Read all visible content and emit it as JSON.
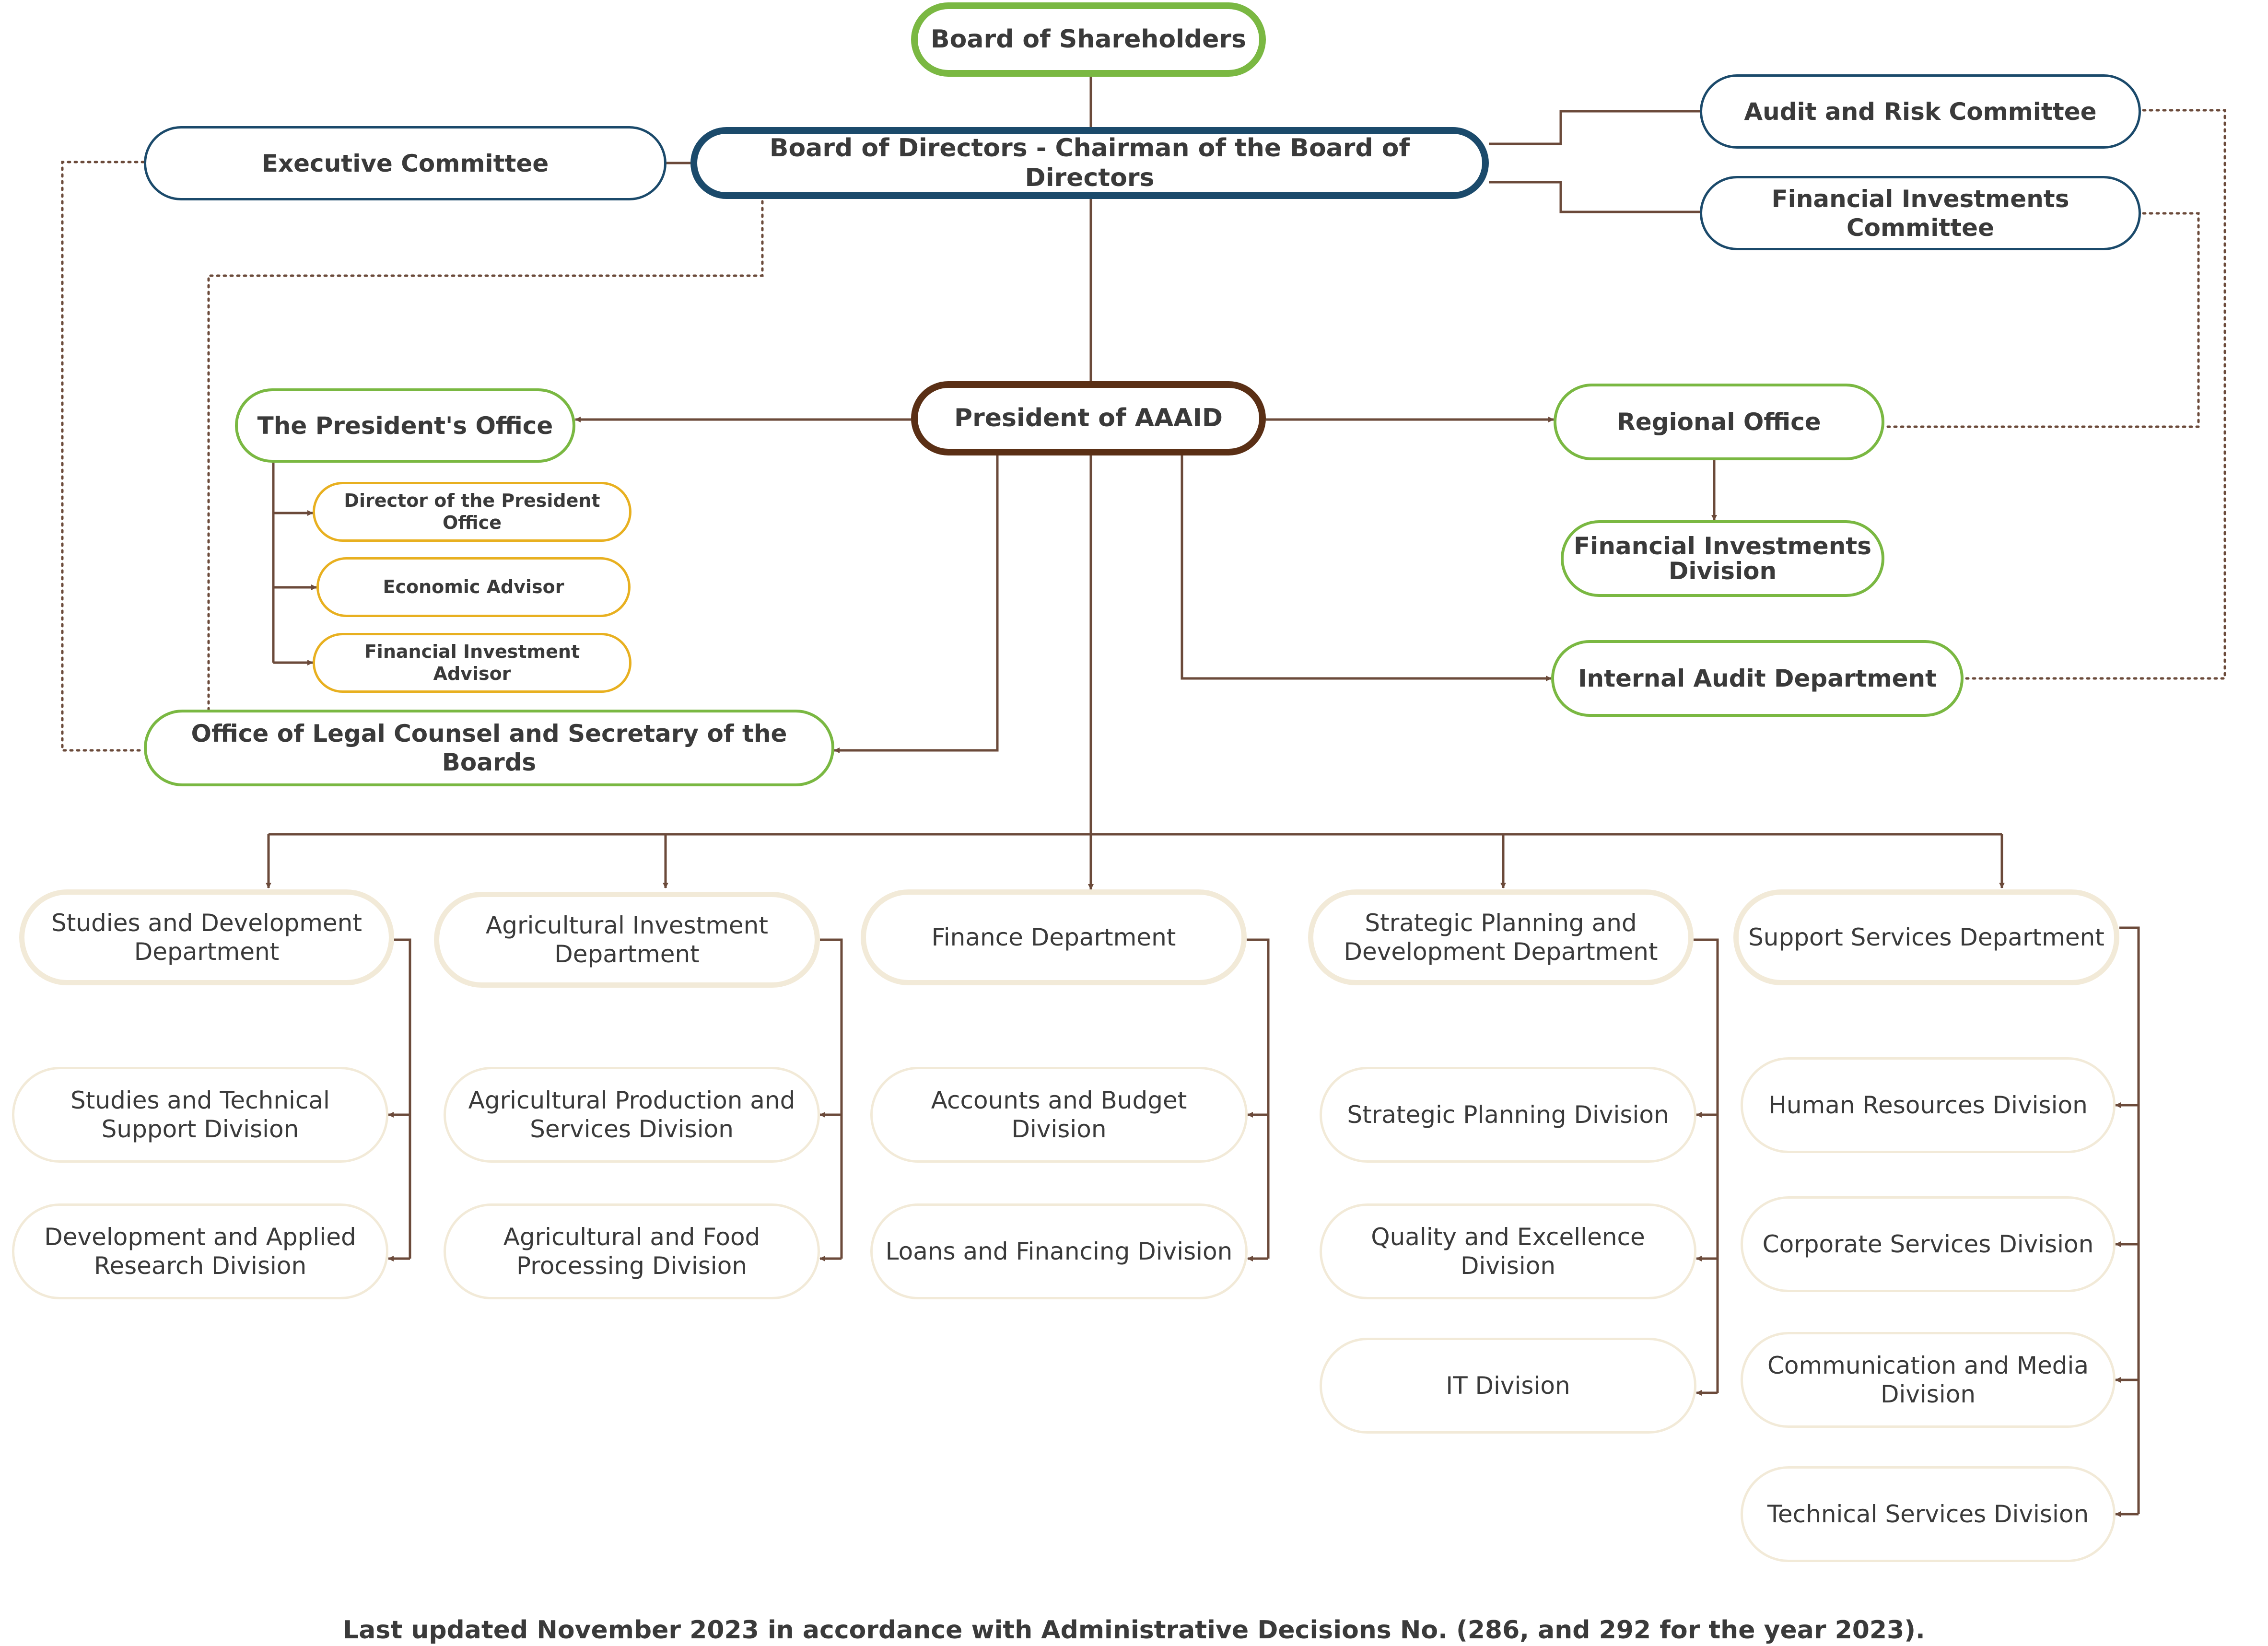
{
  "chart": {
    "board_of_shareholders": "Board of Shareholders",
    "board_of_directors": "Board of Directors - Chairman of the Board of Directors",
    "executive_committee": "Executive Committee",
    "audit_risk_committee": "Audit and Risk Committee",
    "financial_investments_committee": "Financial Investments Committee",
    "president": "President of AAAID",
    "presidents_office": "The President's Office",
    "director_president_office": "Director of the President Office",
    "economic_advisor": "Economic Advisor",
    "financial_investment_advisor": "Financial Investment Advisor",
    "legal_counsel": "Office of Legal Counsel and Secretary of the Boards",
    "regional_office": "Regional Office",
    "financial_investments_division": "Financial Investments Division",
    "internal_audit": "Internal Audit Department"
  },
  "departments": [
    {
      "name": "Studies and Development Department",
      "divisions": [
        "Studies and Technical Support Division",
        "Development and Applied Research Division"
      ]
    },
    {
      "name": "Agricultural Investment Department",
      "divisions": [
        "Agricultural Production and Services Division",
        "Agricultural and Food Processing Division"
      ]
    },
    {
      "name": "Finance Department",
      "divisions": [
        "Accounts and Budget Division",
        "Loans and Financing Division"
      ]
    },
    {
      "name": "Strategic Planning and Development Department",
      "divisions": [
        "Strategic Planning Division",
        "Quality and Excellence Division",
        "IT Division"
      ]
    },
    {
      "name": "Support Services Department",
      "divisions": [
        "Human Resources Division",
        "Corporate Services Division",
        "Communication and Media Division",
        "Technical Services Division"
      ]
    }
  ],
  "footer": "Last updated November 2023 in accordance with Administrative Decisions No. (286, and 292 for the year 2023).",
  "colors": {
    "green": "#7ab842",
    "navy": "#1b4a6b",
    "brown": "#5a2f15",
    "gold": "#e8b020",
    "beige": "#f2ead8",
    "connector": "#6b4a3a"
  }
}
